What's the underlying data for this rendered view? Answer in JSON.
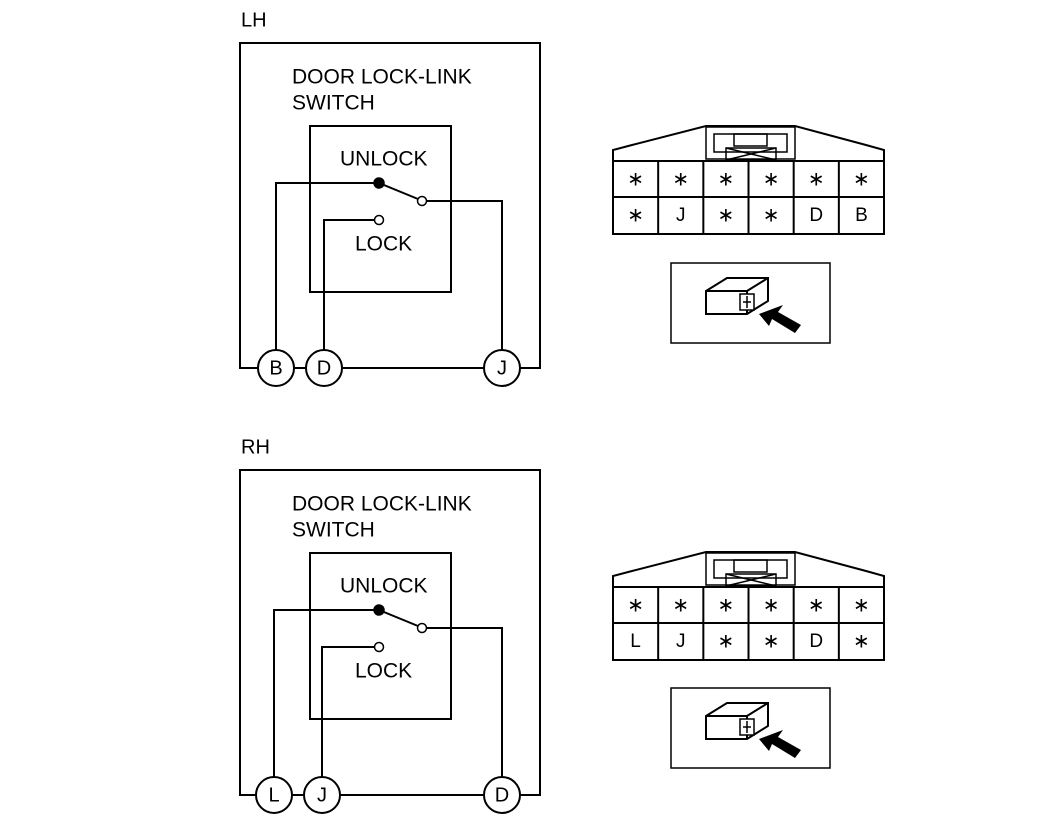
{
  "diagrams": [
    {
      "side": "LH",
      "switch_label_line1": "DOOR LOCK-LINK",
      "switch_label_line2": "SWITCH",
      "unlock_label": "UNLOCK",
      "lock_label": "LOCK",
      "terminals": [
        "B",
        "D",
        "J"
      ],
      "connector_rows": [
        [
          "∗",
          "∗",
          "∗",
          "∗",
          "∗",
          "∗"
        ],
        [
          "∗",
          "J",
          "∗",
          "∗",
          "D",
          "B"
        ]
      ]
    },
    {
      "side": "RH",
      "switch_label_line1": "DOOR LOCK-LINK",
      "switch_label_line2": "SWITCH",
      "unlock_label": "UNLOCK",
      "lock_label": "LOCK",
      "terminals": [
        "L",
        "J",
        "D"
      ],
      "connector_rows": [
        [
          "∗",
          "∗",
          "∗",
          "∗",
          "∗",
          "∗"
        ],
        [
          "L",
          "J",
          "∗",
          "∗",
          "D",
          "∗"
        ]
      ]
    }
  ]
}
